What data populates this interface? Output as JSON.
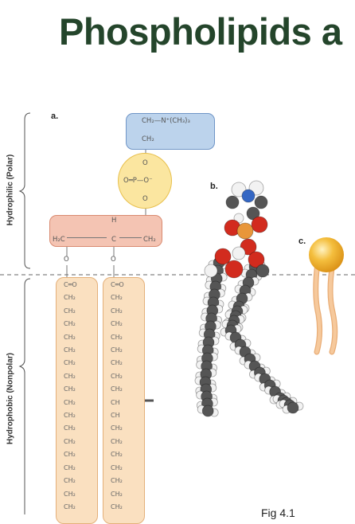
{
  "title": "Phospholipids a",
  "labels": {
    "hydrophilic": "Hydrophilic (Polar)",
    "hydrophobic": "Hydrophobic (Nonpolar)",
    "panel_a": "a.",
    "panel_b": "b.",
    "panel_c": "c."
  },
  "head": {
    "choline_top": "CH₂—N⁺(CH₃)₃",
    "choline_ch2": "CH₂",
    "phosphate_o_top": "O",
    "phosphate_mid": "O═P—O⁻",
    "phosphate_o_bot": "O"
  },
  "glycerol": {
    "h": "H",
    "left": "H₂C",
    "center": "C",
    "right": "CH₂",
    "o_left": "O",
    "o_right": "O"
  },
  "chains": {
    "carbonyl": "C═O",
    "ch2": "CH₂",
    "ch": "CH"
  },
  "caption": "Fig 4.1",
  "colors": {
    "title": "#24452b",
    "choline_fill": "#bcd3ec",
    "choline_stroke": "#6f95c7",
    "phosphate_fill": "#fbe6a0",
    "phosphate_stroke": "#e8c04d",
    "glycerol_fill": "#f4c4b3",
    "glycerol_stroke": "#d98a70",
    "chain_fill": "#fae0c0",
    "chain_stroke": "#e4b07a",
    "carbon": "#555555",
    "hydrogen": "#f2f2f2",
    "oxygen": "#d22b1e",
    "phosphorus": "#e8963a",
    "nitrogen": "#3467c4",
    "head_sphere": "#f2b431",
    "tail": "#f2c293"
  }
}
